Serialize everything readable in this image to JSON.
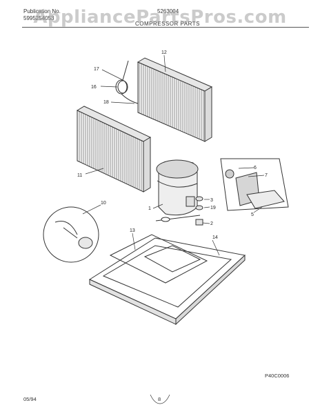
{
  "header": {
    "pub_label": "Publication No.",
    "pub_number": "5995254053",
    "model": "5263004",
    "section_title": "COMPRESSOR PARTS"
  },
  "watermark": "AppliancePartsPros.com",
  "callouts": [
    "17",
    "12",
    "16",
    "18",
    "11",
    "6",
    "7",
    "10",
    "3",
    "19",
    "1",
    "5",
    "2",
    "13",
    "14"
  ],
  "diagram_code": "P40C0006",
  "footer": {
    "date": "05/94",
    "page": "8"
  }
}
